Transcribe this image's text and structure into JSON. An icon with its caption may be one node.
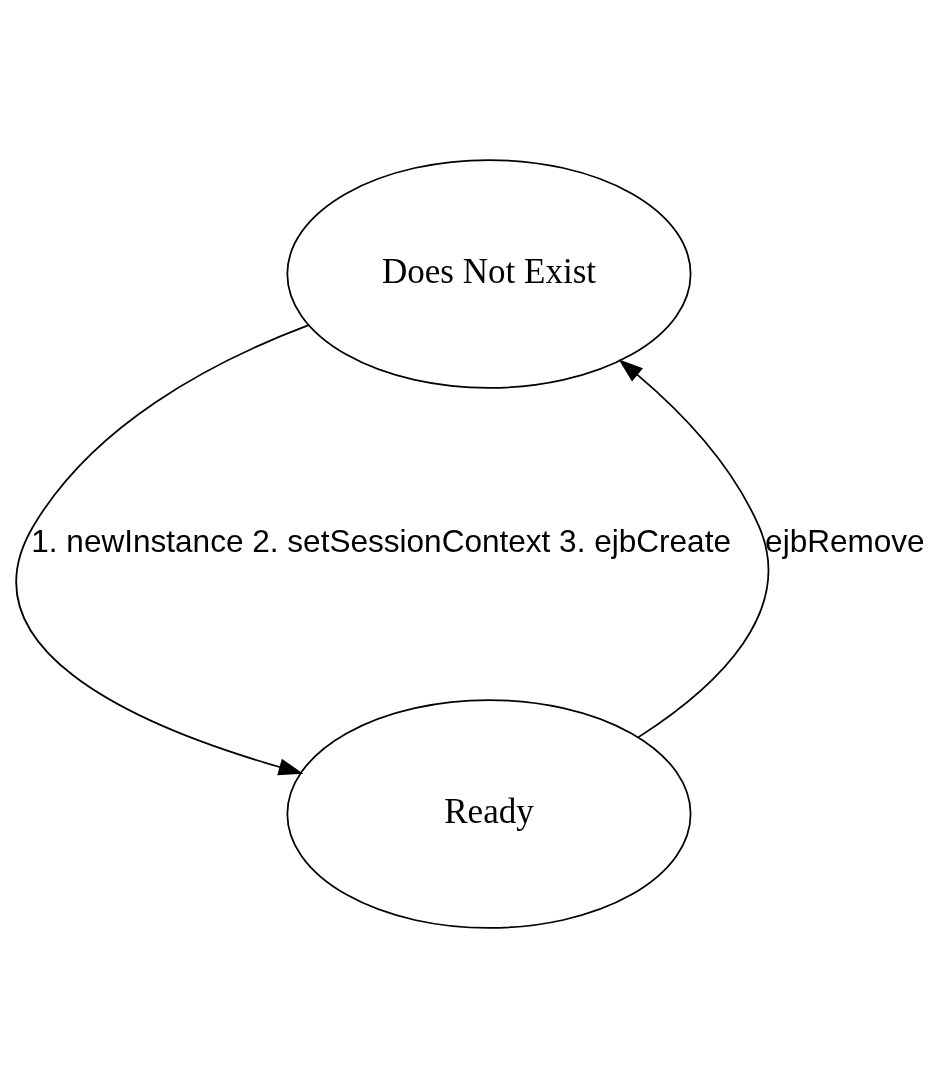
{
  "diagram": {
    "nodes": [
      {
        "text": [
          "Does Not Exist"
        ]
      },
      {
        "text": [
          "Ready"
        ]
      }
    ],
    "edges": [
      {
        "from": 0,
        "to": 1,
        "arrow": "to",
        "label": "1. newInstance 2. setSessionContext 3. ejbCreate"
      },
      {
        "from": 1,
        "to": 0,
        "arrow": "to",
        "label": "ejbRemove"
      }
    ]
  }
}
